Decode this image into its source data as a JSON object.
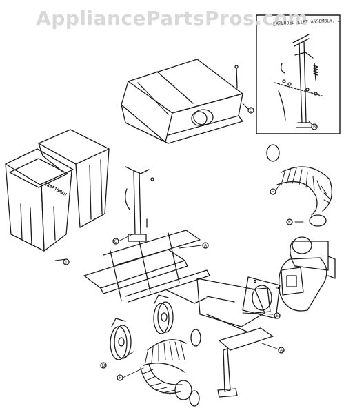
{
  "watermark": "AppliancePartsPros.com",
  "inset": {
    "title": "EXPLODED LIFT ASSEMBLY, O"
  },
  "cans": {
    "brand": "CRAFTSMAN"
  },
  "callouts": [
    "C",
    "H",
    "K",
    "A",
    "E",
    "F",
    "J",
    "D",
    "A",
    "G",
    "B"
  ]
}
